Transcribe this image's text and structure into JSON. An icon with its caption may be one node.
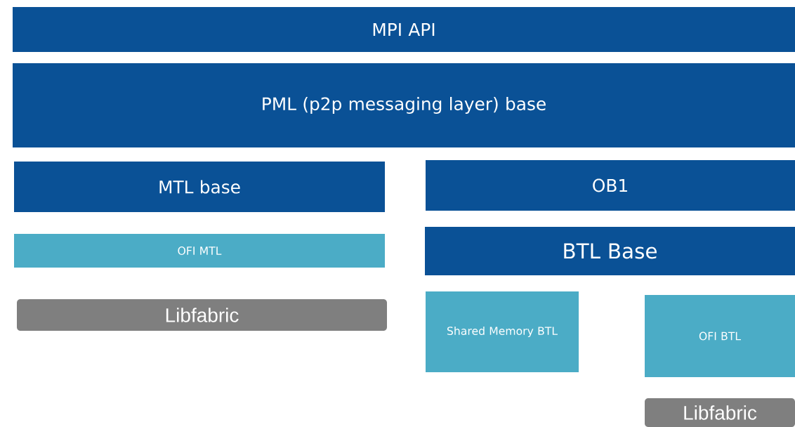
{
  "diagram": {
    "nodes": [
      {
        "text": [
          "MPI API"
        ]
      },
      {
        "text": [
          "PML (p2p messaging layer)  base"
        ]
      },
      {
        "text": [
          "MTL base"
        ]
      },
      {
        "text": [
          "OB1"
        ]
      },
      {
        "text": [
          "OFI MTL"
        ]
      },
      {
        "text": [
          "BTL Base"
        ]
      },
      {
        "text": [
          "Libfabric"
        ]
      },
      {
        "text": [
          "Shared Memory BTL"
        ]
      },
      {
        "text": [
          "OFI BTL"
        ]
      },
      {
        "text": [
          "Libfabric"
        ]
      }
    ]
  }
}
